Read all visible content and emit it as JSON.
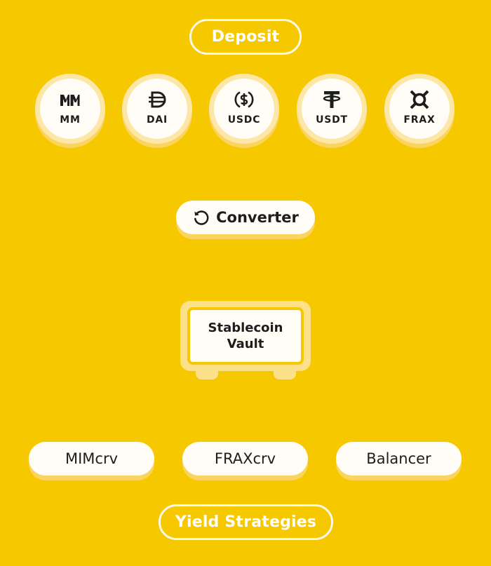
{
  "deposit_label": "Deposit",
  "tokens": [
    {
      "label": "MM",
      "icon": "mm-icon"
    },
    {
      "label": "DAI",
      "icon": "dai-icon"
    },
    {
      "label": "USDC",
      "icon": "usdc-icon"
    },
    {
      "label": "USDT",
      "icon": "usdt-icon"
    },
    {
      "label": "FRAX",
      "icon": "frax-icon"
    }
  ],
  "converter_label": "Converter",
  "converter_icon": "refresh-icon",
  "vault_label": "Stablecoin\nVault",
  "strategies": [
    "MIMcrv",
    "FRAXcrv",
    "Balancer"
  ],
  "yield_label": "Yield Strategies",
  "colors": {
    "background": "#F6C800",
    "card": "#FFFDF5",
    "shadow": "#FAD45E",
    "text": "#1D1D1D"
  }
}
